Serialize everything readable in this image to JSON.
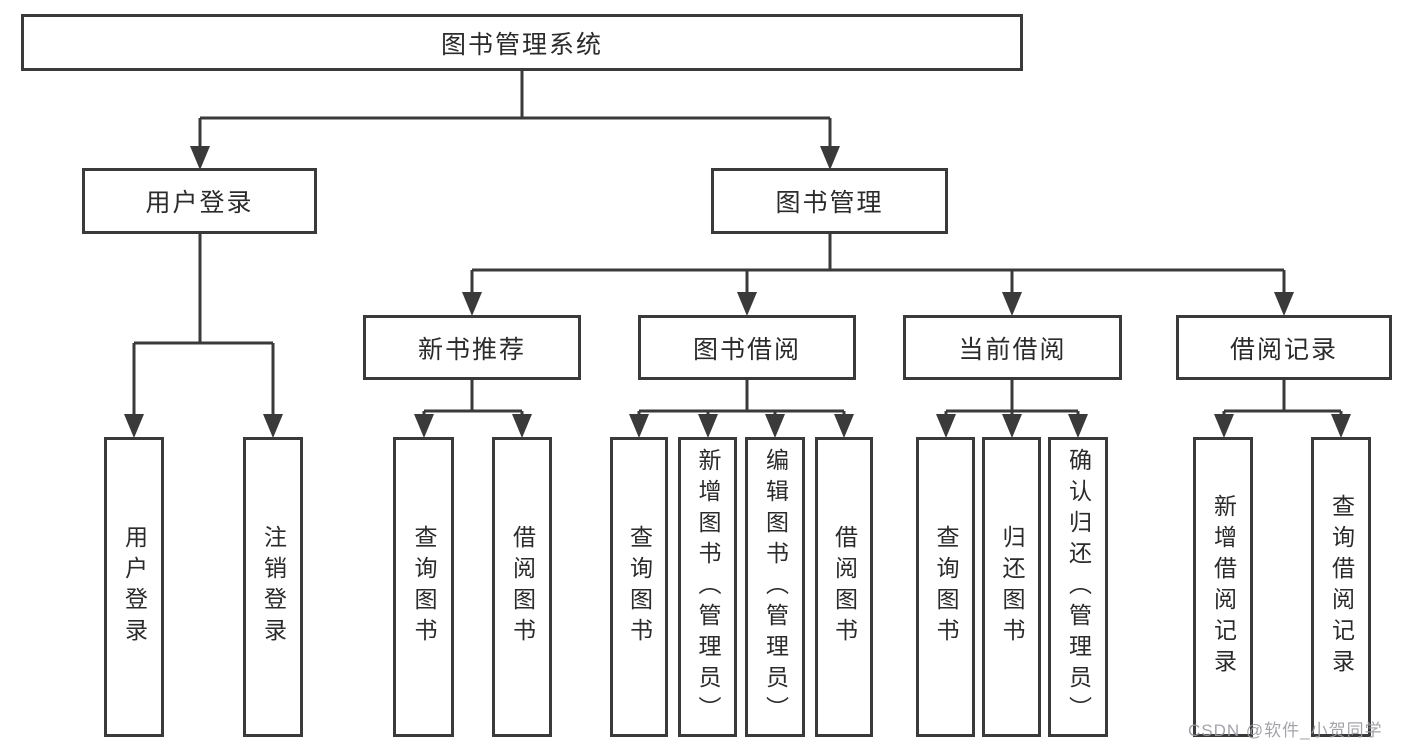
{
  "tree": {
    "root": "图书管理系统",
    "user_branch": {
      "label": "用户登录",
      "leaves": [
        "用户登录",
        "注销登录"
      ]
    },
    "book_branch": {
      "label": "图书管理",
      "groups": [
        {
          "label": "新书推荐",
          "leaves": [
            "查询图书",
            "借阅图书"
          ]
        },
        {
          "label": "图书借阅",
          "leaves": [
            "查询图书",
            "新增图书（管理员）",
            "编辑图书（管理员）",
            "借阅图书"
          ]
        },
        {
          "label": "当前借阅",
          "leaves": [
            "查询图书",
            "归还图书",
            "确认归还（管理员）"
          ]
        },
        {
          "label": "借阅记录",
          "leaves": [
            "新增借阅记录",
            "查询借阅记录"
          ]
        }
      ]
    }
  },
  "watermark": "CSDN @软件_小贺同学",
  "colors": {
    "line": "#3a3a3a",
    "text": "#2b2b2b",
    "background": "#ffffff",
    "watermark": "#9b9ca3"
  }
}
